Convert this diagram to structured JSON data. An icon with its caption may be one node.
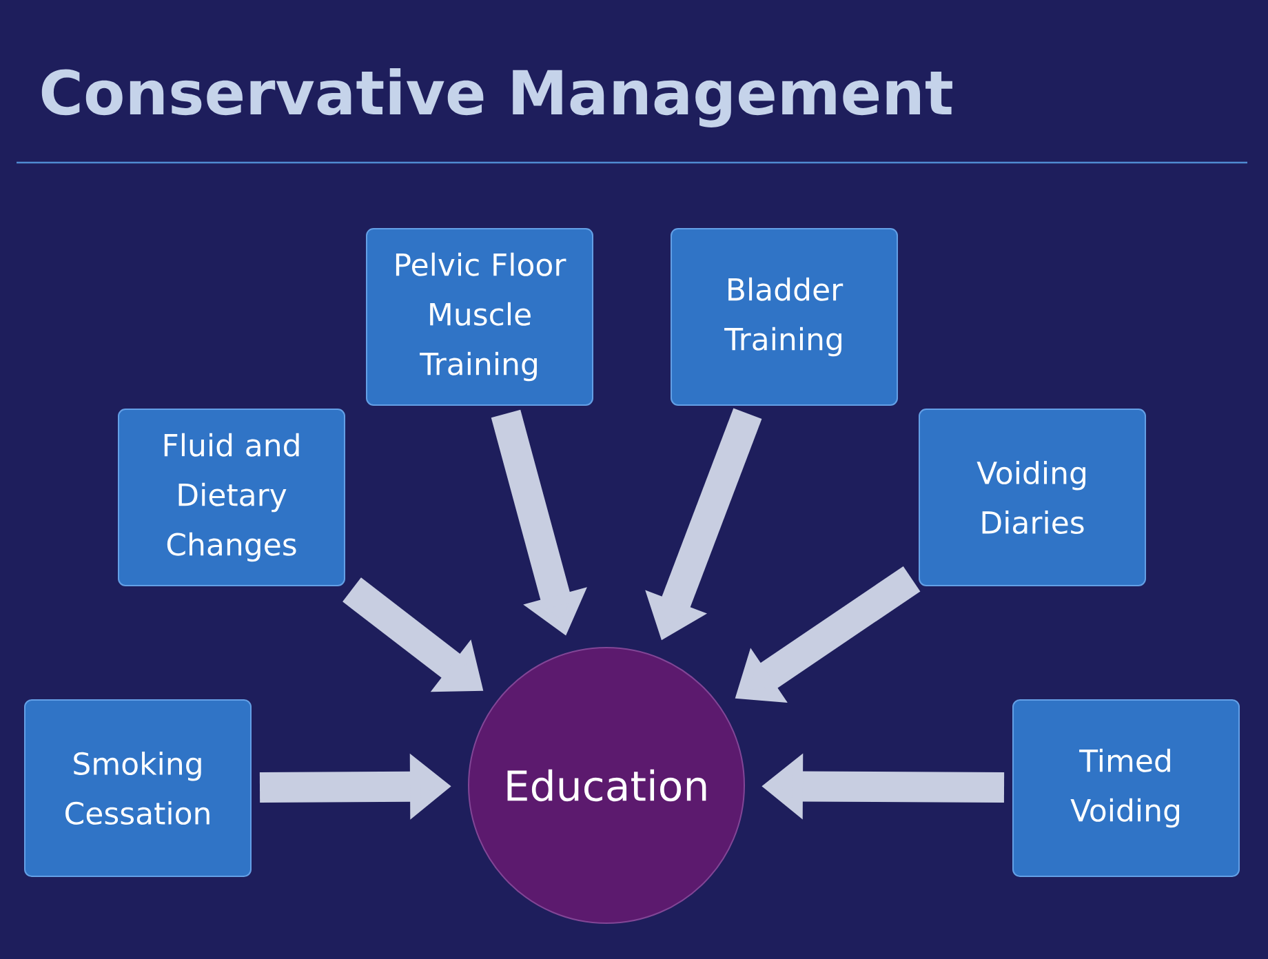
{
  "diagram": {
    "title": "Conservative Management",
    "nodes": [
      {
        "text": [
          "Education"
        ]
      },
      {
        "text": [
          "Smoking Cessation"
        ]
      },
      {
        "text": [
          "Fluid and Dietary Changes"
        ]
      },
      {
        "text": [
          "Pelvic Floor Muscle Training"
        ]
      },
      {
        "text": [
          "Bladder Training"
        ]
      },
      {
        "text": [
          "Voiding Diaries"
        ]
      },
      {
        "text": [
          "Timed Voiding"
        ]
      }
    ],
    "edges": [
      {
        "from": 1,
        "to": 0,
        "arrow": "to"
      },
      {
        "from": 2,
        "to": 0,
        "arrow": "to"
      },
      {
        "from": 3,
        "to": 0,
        "arrow": "to"
      },
      {
        "from": 4,
        "to": 0,
        "arrow": "to"
      },
      {
        "from": 5,
        "to": 0,
        "arrow": "to"
      },
      {
        "from": 6,
        "to": 0,
        "arrow": "to"
      }
    ]
  }
}
